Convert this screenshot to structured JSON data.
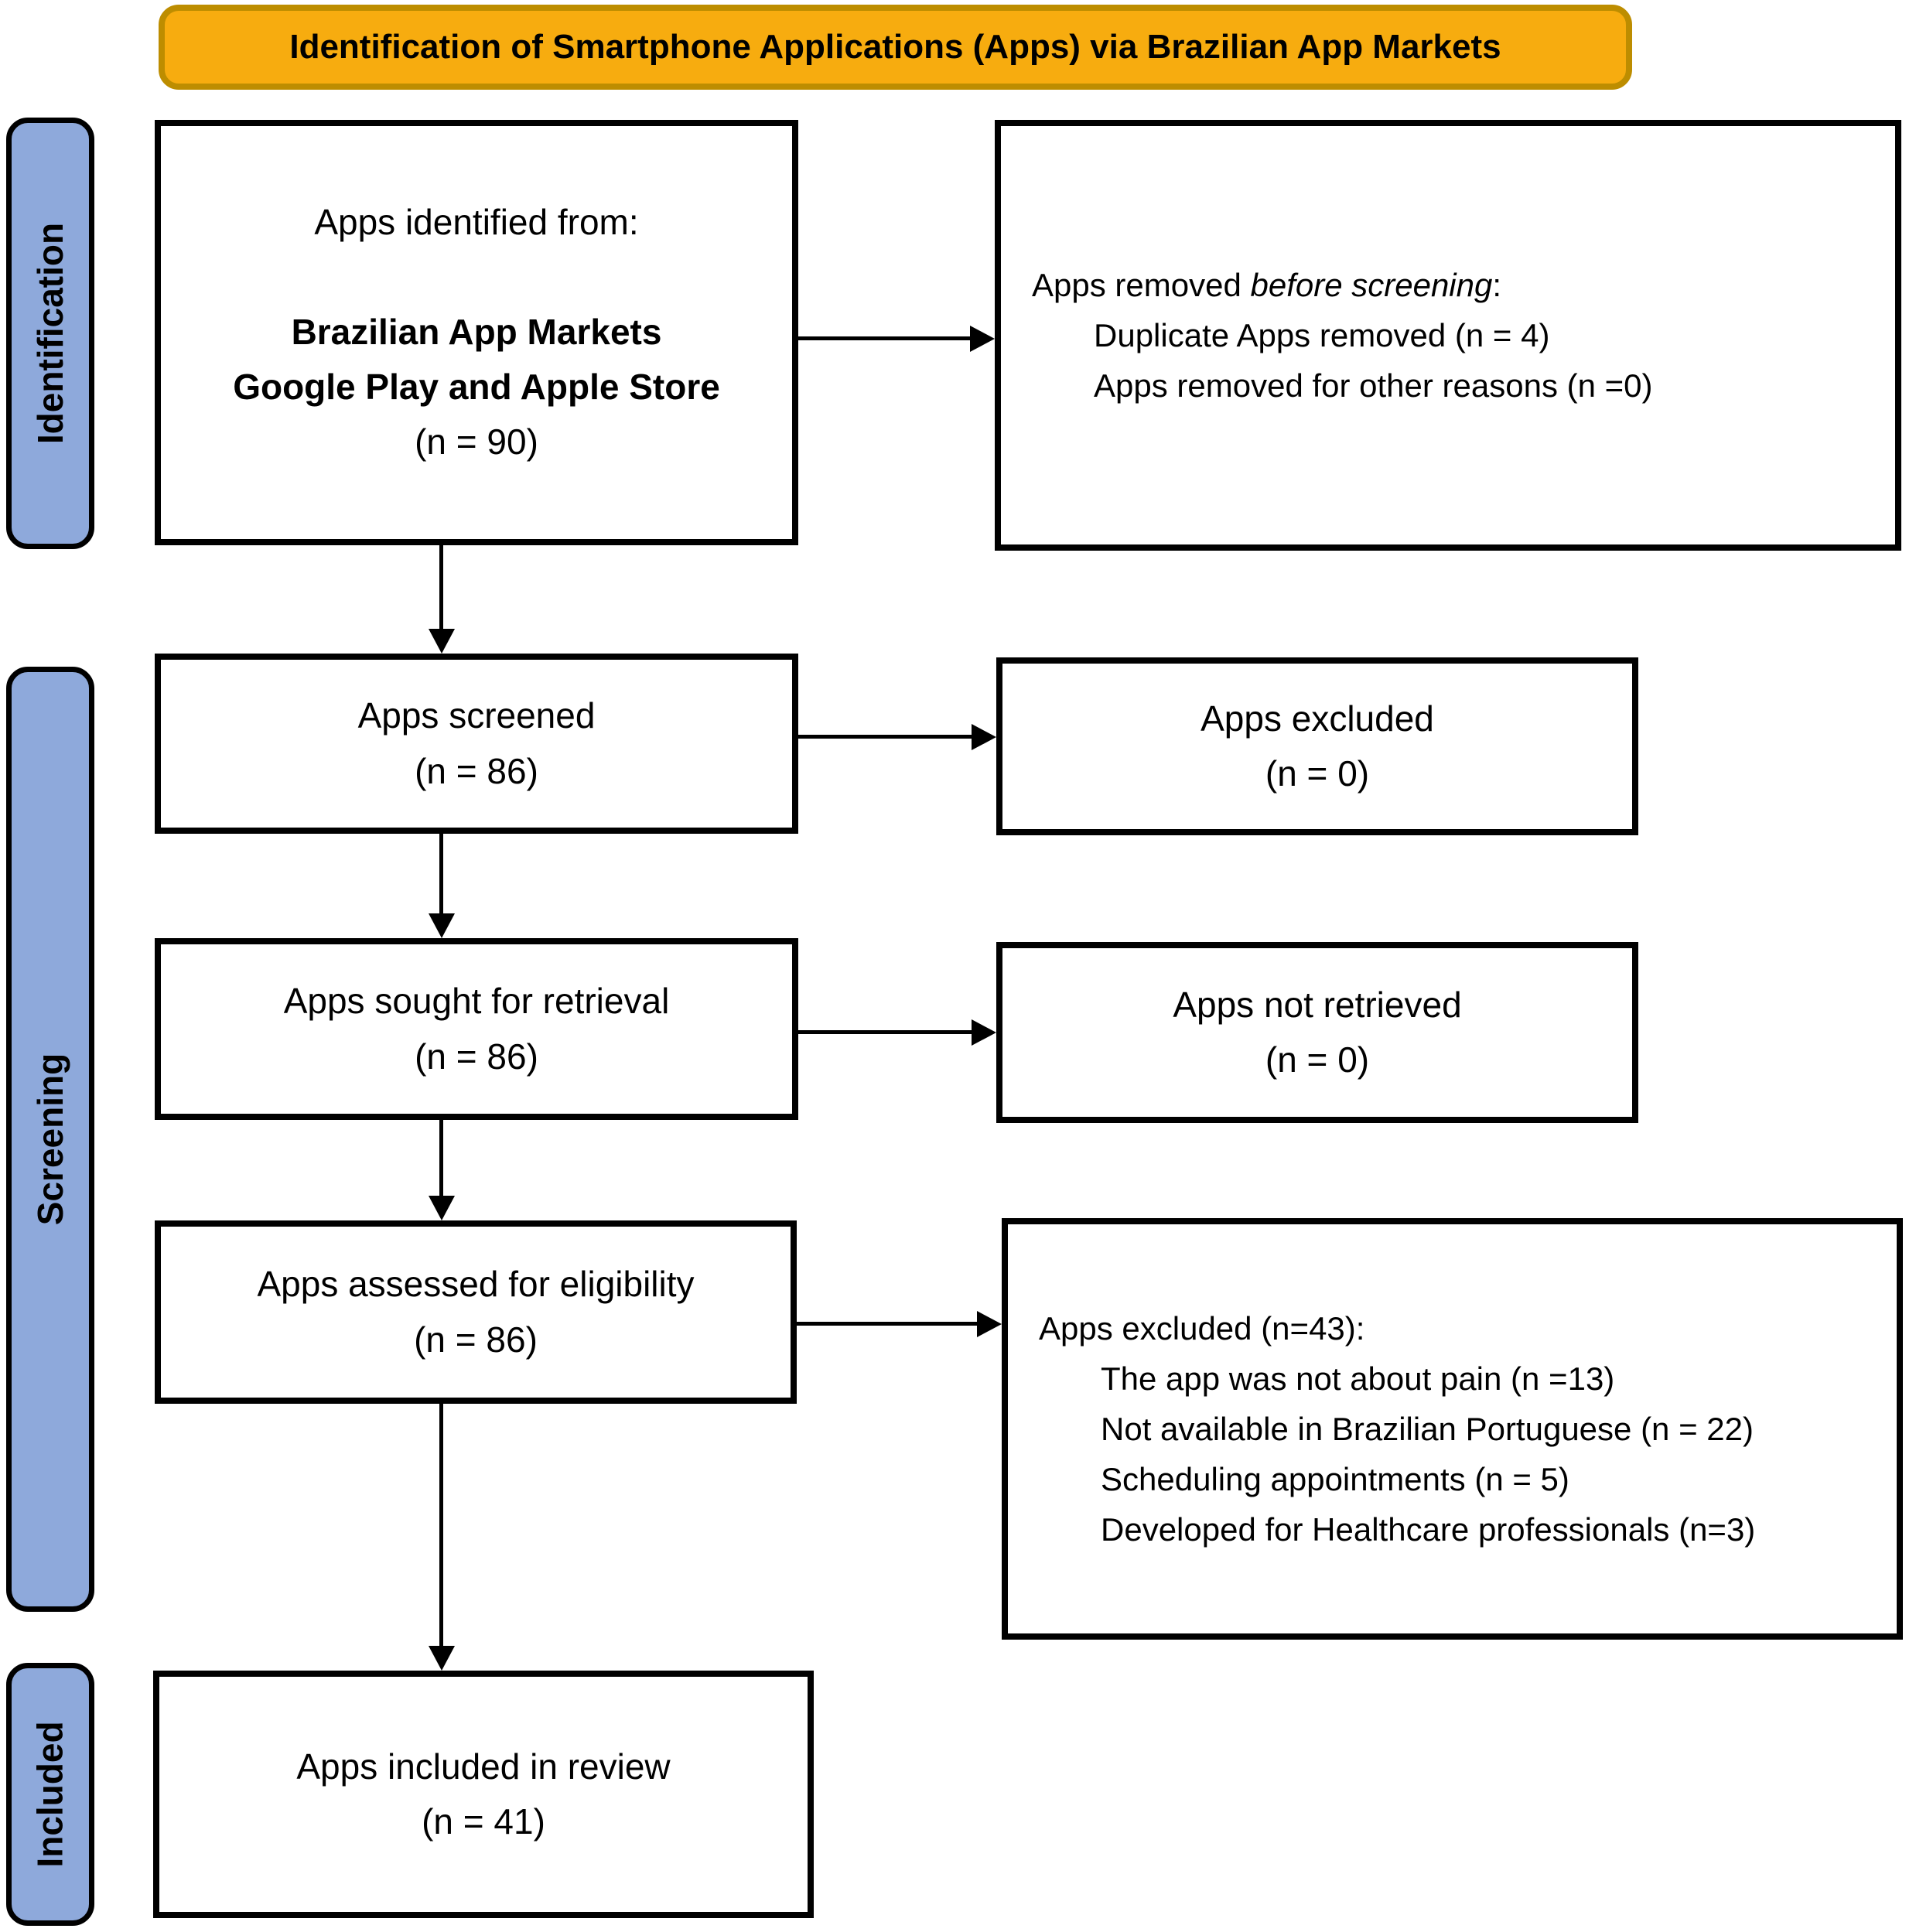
{
  "title": "Identification of Smartphone Applications (Apps) via Brazilian App Markets",
  "colors": {
    "banner_fill": "#F7AC0F",
    "banner_border": "#BD8D00",
    "stage_fill": "#8EA9DB",
    "box_border": "#000000",
    "arrow": "#000000",
    "background": "#FFFFFF"
  },
  "stages": [
    {
      "label": "Identification"
    },
    {
      "label": "Screening"
    },
    {
      "label": "Included"
    }
  ],
  "boxes": {
    "identified": {
      "intro": "Apps identified from:",
      "bold1": "Brazilian App Markets",
      "bold2": "Google Play and Apple Store",
      "count": "(n = 90)"
    },
    "removed": {
      "header_prefix": "Apps removed ",
      "header_italic": "before screening",
      "header_suffix": ":",
      "items": [
        "Duplicate Apps removed (n = 4)",
        "Apps removed for other reasons (n =0)"
      ]
    },
    "screened": {
      "line1": "Apps screened",
      "line2": "(n = 86)"
    },
    "excluded_screening": {
      "line1": "Apps excluded",
      "line2": "(n = 0)"
    },
    "sought": {
      "line1": "Apps sought for retrieval",
      "line2": "(n = 86)"
    },
    "not_retrieved": {
      "line1": "Apps not retrieved",
      "line2": "(n = 0)"
    },
    "assessed": {
      "line1": "Apps assessed for eligibility",
      "line2": "(n = 86)"
    },
    "excluded_eligibility": {
      "header": "Apps excluded (n=43):",
      "items": [
        "The app was not about pain (n =13)",
        "Not available in Brazilian Portuguese (n = 22)",
        "Scheduling appointments (n = 5)",
        "Developed for Healthcare professionals (n=3)"
      ]
    },
    "included": {
      "line1": "Apps included in review",
      "line2": "(n = 41)"
    }
  }
}
